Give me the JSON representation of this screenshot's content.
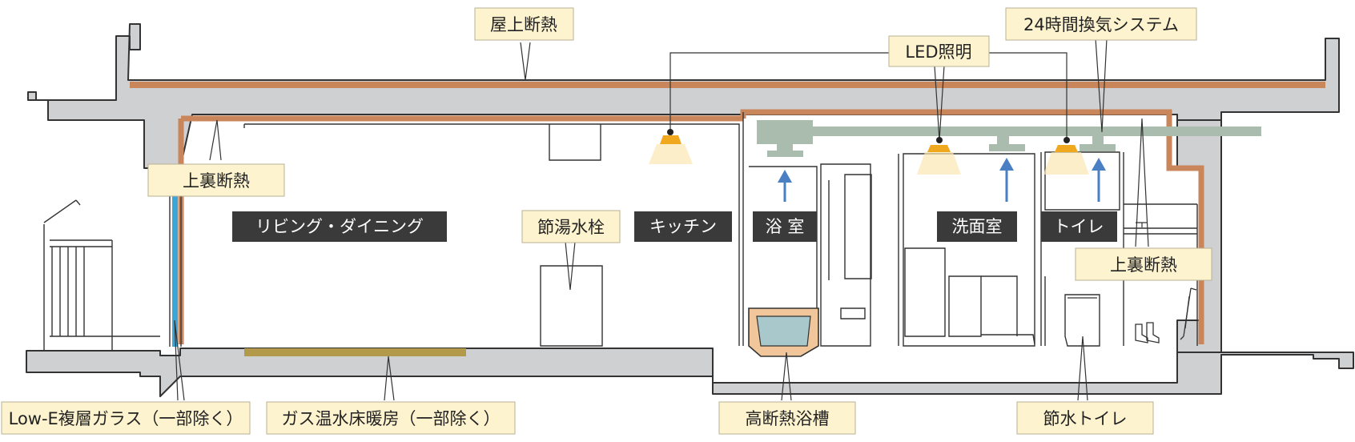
{
  "colors": {
    "concrete": "#cfd0d1",
    "insulation": "#c9865a",
    "glass": "#3aa6d8",
    "floor_heating": "#b39a4a",
    "duct": "#a9bcae",
    "airflow": "#4a7fc4",
    "light": "#f0a81e",
    "callout_bg": "#fdf3cf",
    "room_label_bg": "#3a3a3a",
    "bathtub": "#a9c8cc"
  },
  "icons": [
    "ceiling-light-icon",
    "airflow-arrow-icon",
    "umbrella-icon",
    "boots-icon",
    "toilet-icon",
    "bathtub-icon"
  ],
  "callouts": {
    "roof_insulation": "屋上断熱",
    "ceiling_insulation_left": "上裏断熱",
    "ceiling_insulation_right": "上裏断熱",
    "led_lighting": "LED照明",
    "ventilation": "24時間換気システム",
    "water_faucet": "節湯水栓",
    "low_e_glass": "Low-E複層ガラス（一部除く）",
    "floor_heating": "ガス温水床暖房（一部除く）",
    "insulated_bathtub": "高断熱浴槽",
    "water_saving_toilet": "節水トイレ"
  },
  "rooms": {
    "living_dining": "リビング・ダイニング",
    "kitchen": "キッチン",
    "bathroom": "浴 室",
    "washroom": "洗面室",
    "toilet": "トイレ"
  }
}
